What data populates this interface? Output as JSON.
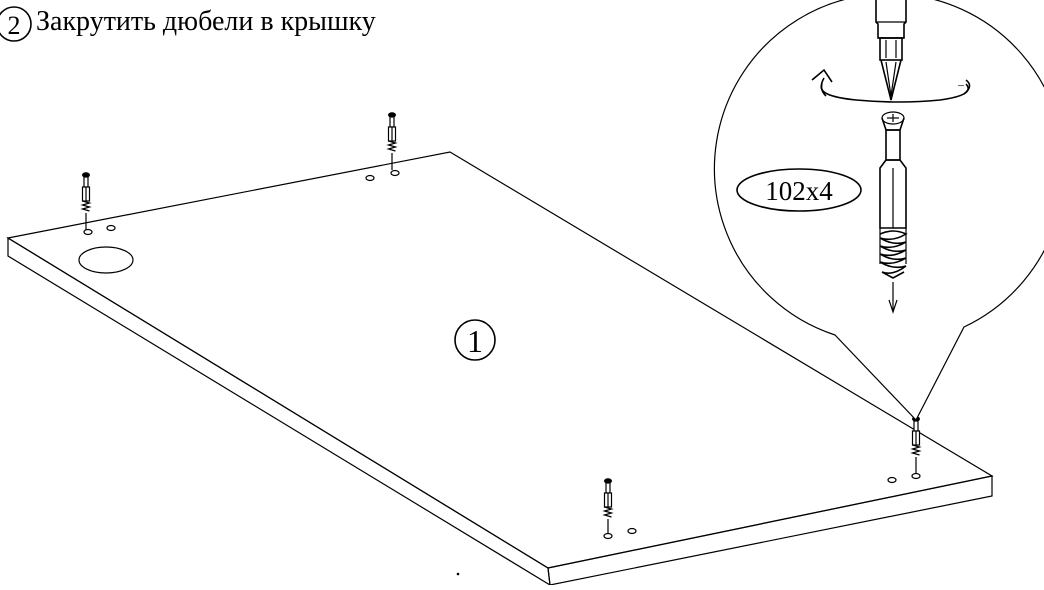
{
  "step": {
    "number": "2",
    "title": "Закрутить дюбели в крышку"
  },
  "part": {
    "number": "1"
  },
  "fastener": {
    "code": "102x4"
  }
}
